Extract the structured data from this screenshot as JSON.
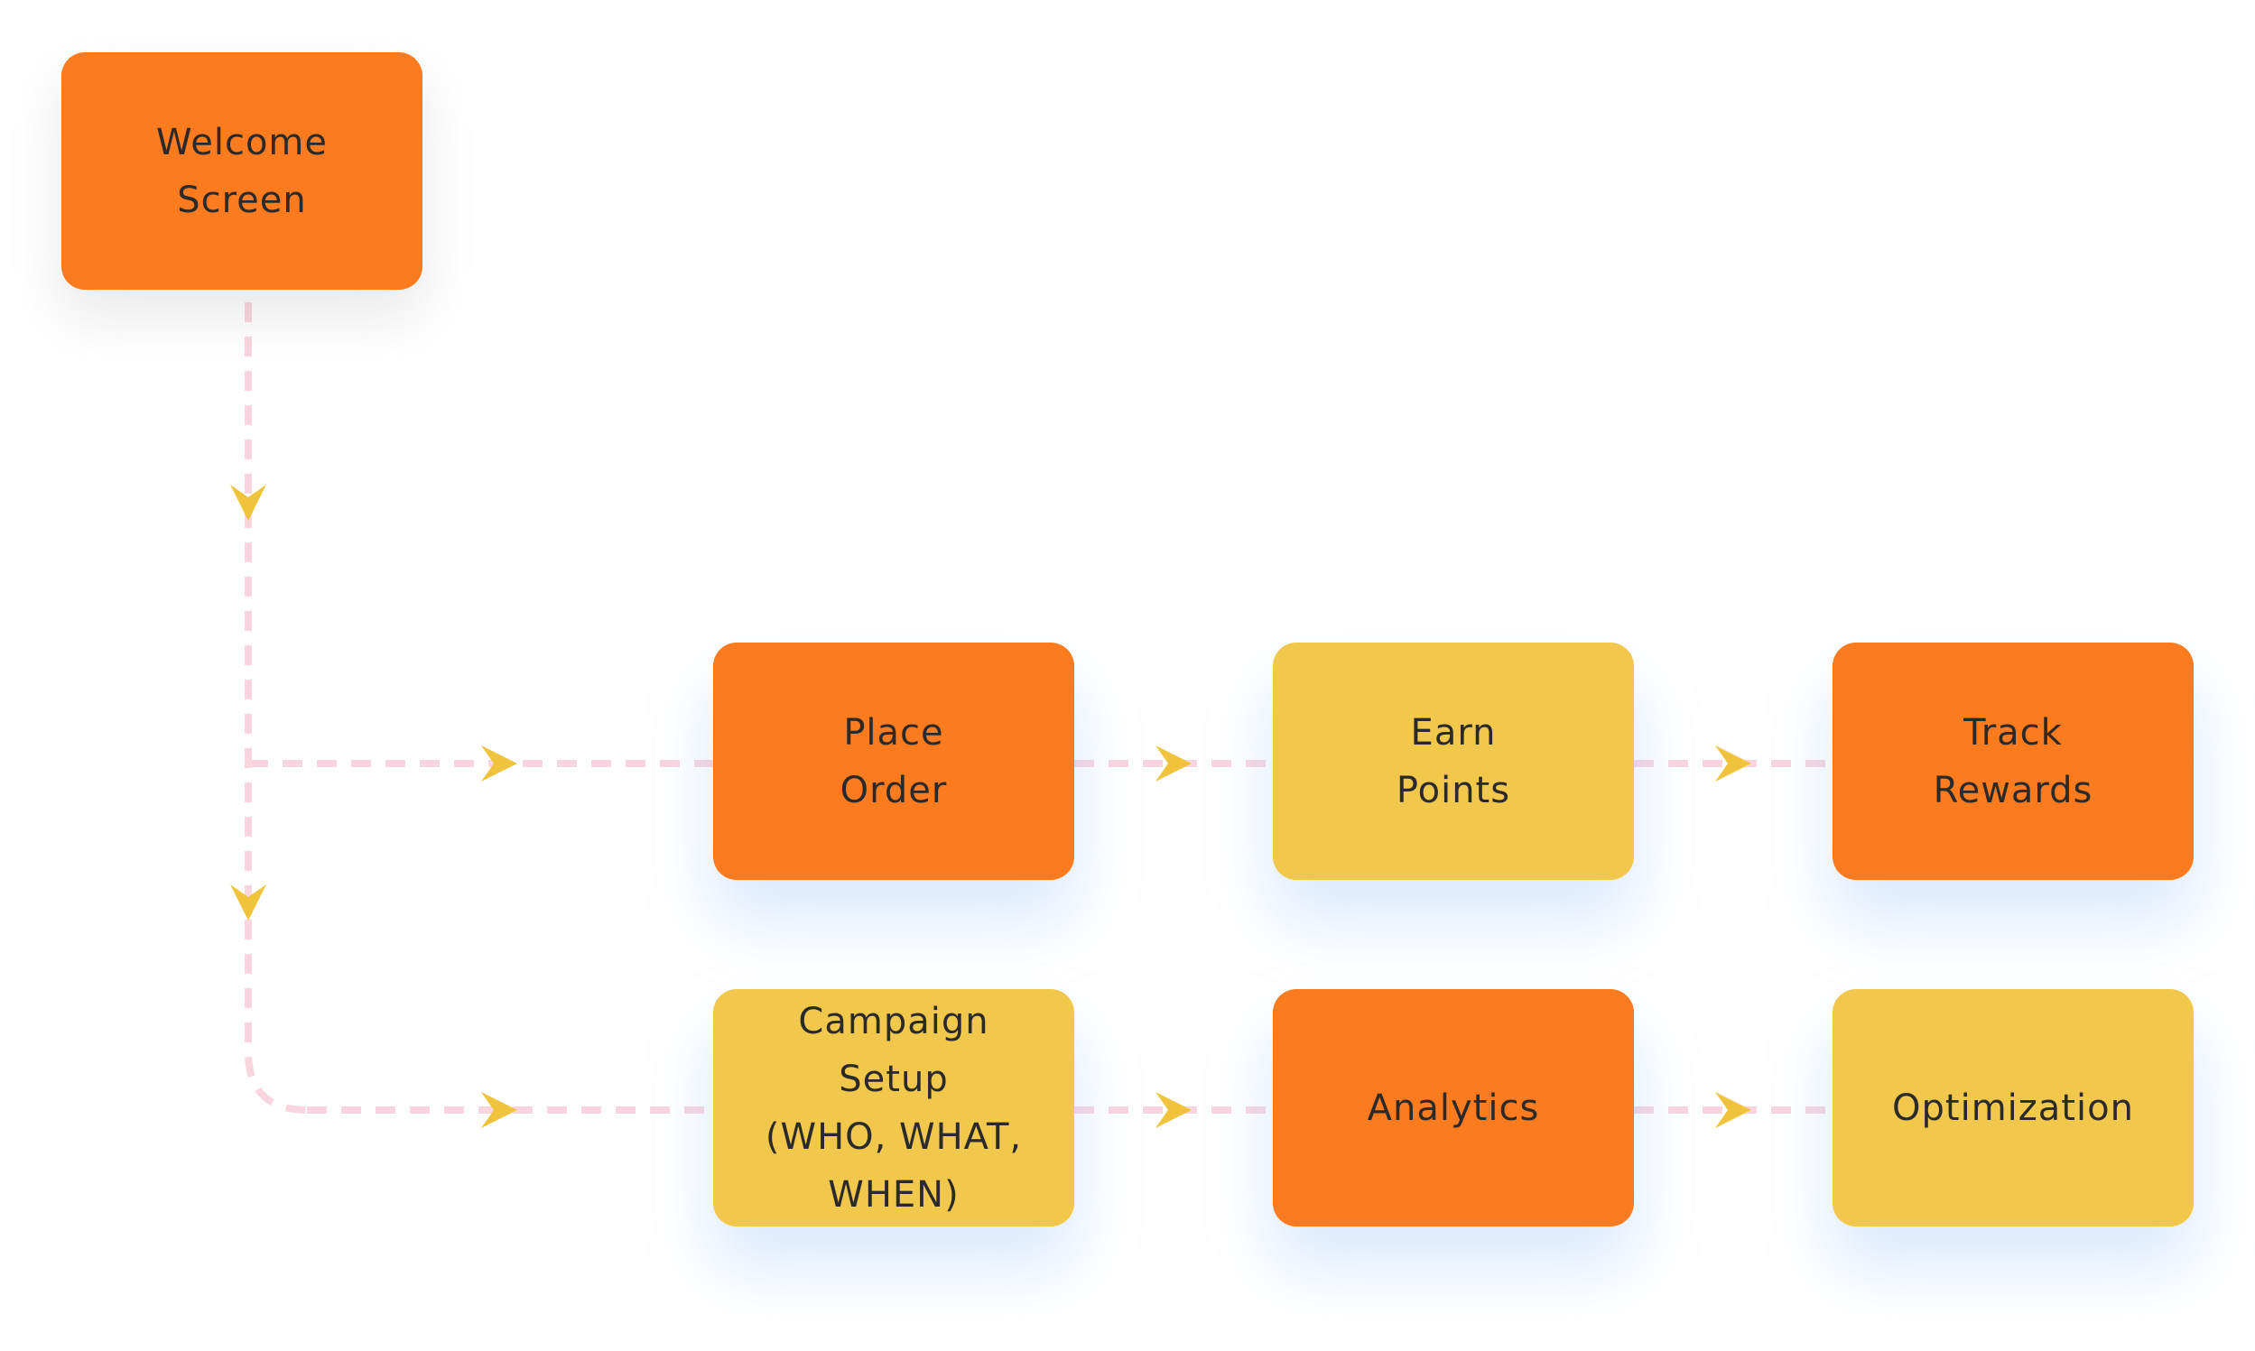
{
  "diagram": {
    "colors": {
      "orange": "#fd7b1f",
      "yellow": "#f1c74c",
      "connector": "#f9d6de",
      "arrowhead": "#f0c33c",
      "text": "#2a2a2a"
    },
    "nodes": [
      {
        "id": "welcome",
        "label": "Welcome\nScreen",
        "color": "orange"
      },
      {
        "id": "place-order",
        "label": "Place\nOrder",
        "color": "orange"
      },
      {
        "id": "earn-points",
        "label": "Earn\nPoints",
        "color": "yellow"
      },
      {
        "id": "track-rewards",
        "label": "Track\nRewards",
        "color": "orange"
      },
      {
        "id": "campaign-setup",
        "label": "Campaign\nSetup\n(WHO, WHAT,\nWHEN)",
        "color": "yellow"
      },
      {
        "id": "analytics",
        "label": "Analytics",
        "color": "orange"
      },
      {
        "id": "optimization",
        "label": "Optimization",
        "color": "yellow"
      }
    ],
    "edges": [
      {
        "from": "welcome",
        "to": "place-order"
      },
      {
        "from": "welcome",
        "to": "campaign-setup"
      },
      {
        "from": "place-order",
        "to": "earn-points"
      },
      {
        "from": "earn-points",
        "to": "track-rewards"
      },
      {
        "from": "campaign-setup",
        "to": "analytics"
      },
      {
        "from": "analytics",
        "to": "optimization"
      }
    ]
  }
}
